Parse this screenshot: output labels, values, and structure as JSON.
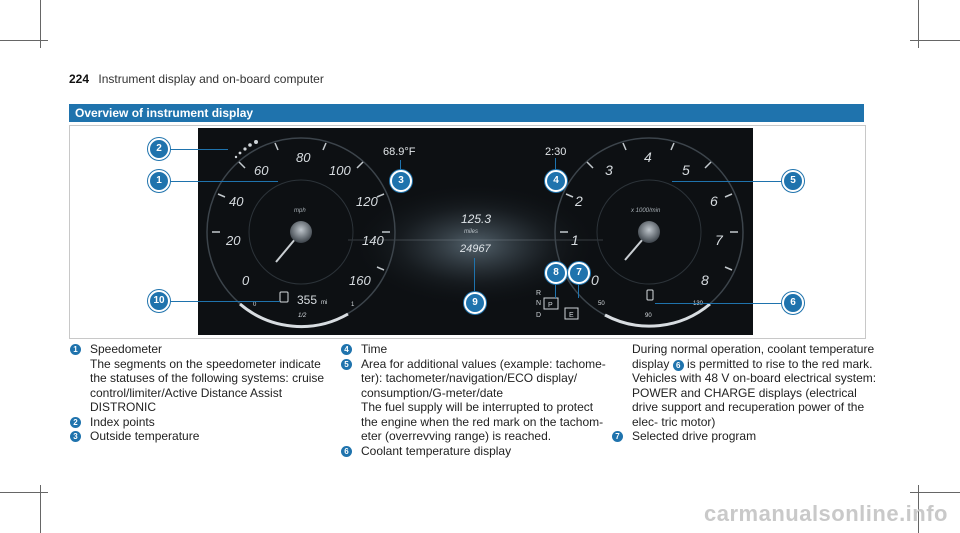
{
  "header": {
    "page_number": "224",
    "title": "Instrument display and on-board computer"
  },
  "section": {
    "title": "Overview of instrument display"
  },
  "cluster": {
    "speed_ticks": [
      "0",
      "20",
      "40",
      "60",
      "80",
      "100",
      "120",
      "140",
      "160"
    ],
    "speed_unit": "mph",
    "rpm_ticks": [
      "0",
      "1",
      "2",
      "3",
      "4",
      "5",
      "6",
      "7",
      "8"
    ],
    "rpm_unit": "x 1000/min",
    "outside_temp": "68.9°F",
    "time": "2:30",
    "range_value": "355",
    "range_unit": "mi",
    "fuel_half": "1/2",
    "fuel_zero": "0",
    "fuel_one": "1",
    "center_top": "125.3",
    "center_unit": "miles",
    "center_bottom": "24967",
    "gear_letters": [
      "R",
      "N",
      "D"
    ],
    "gear_selected": "P",
    "drive_program": "E",
    "coolant_50": "50",
    "coolant_90": "90",
    "coolant_130": "130"
  },
  "callouts": [
    "1",
    "2",
    "3",
    "4",
    "5",
    "6",
    "7",
    "8",
    "9",
    "10"
  ],
  "col1": [
    {
      "n": "1",
      "title": "Speedometer",
      "lines": [
        "The segments on the speedometer indicate",
        "the statuses of the following systems: cruise",
        "control/limiter/Active Distance Assist",
        "DISTRONIC"
      ]
    },
    {
      "n": "2",
      "title": "Index points",
      "lines": []
    },
    {
      "n": "3",
      "title": "Outside temperature",
      "lines": []
    }
  ],
  "col2": [
    {
      "n": "4",
      "title": "Time",
      "lines": []
    },
    {
      "n": "5",
      "title": "Area for additional values (example: tachome-",
      "lines": [
        "ter): tachometer/navigation/ECO display/",
        "consumption/G-meter/date",
        "The fuel supply will be interrupted to protect",
        "the engine when the red mark on the tachom-",
        "eter (overrevving range) is reached."
      ]
    },
    {
      "n": "6",
      "title": "Coolant temperature display",
      "lines": []
    }
  ],
  "col3": {
    "para1_a": "During normal operation, coolant temperature",
    "para1_b_pre": "display",
    "para1_b_ref": "6",
    "para1_b_post": "is permitted to rise to the red",
    "para1_c": "mark.",
    "para2": [
      "Vehicles with 48 V on-board electrical system:",
      "POWER and CHARGE displays (electrical drive",
      "support and recuperation power of the elec-",
      "tric motor)"
    ],
    "item7": {
      "n": "7",
      "title": "Selected drive program"
    }
  },
  "watermark": "carmanualsonline.info"
}
